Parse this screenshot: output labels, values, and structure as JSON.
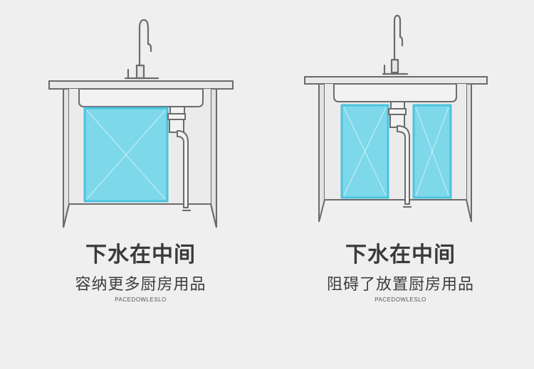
{
  "colors": {
    "background": "#efefef",
    "outline": "#6b6b6b",
    "cabinet_fill": "#e6e6e6",
    "storage_box": "#7dd8ea",
    "storage_box_edge": "#4cc3de"
  },
  "left_panel": {
    "title": "下水在中间",
    "subtitle": "容纳更多厨房用品",
    "caption": "PACEDOWLESLO"
  },
  "right_panel": {
    "title": "下水在中间",
    "subtitle": "阻碍了放置厨房用品",
    "caption": "PACEDOWLESLO"
  }
}
